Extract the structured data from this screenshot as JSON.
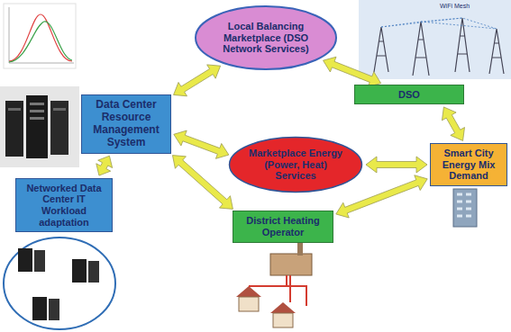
{
  "diagram": {
    "nodes": [
      {
        "text": [
          "Local Balancing Marketplace (DSO Network Services)"
        ]
      },
      {
        "text": [
          "Data Center Resource Management System"
        ]
      },
      {
        "text": [
          "DSO"
        ]
      },
      {
        "text": [
          "Marketplace Energy (Power, Heat) Services"
        ]
      },
      {
        "text": [
          "Networked Data Center IT Workload adaptation"
        ]
      },
      {
        "text": [
          "Smart City Energy Mix Demand"
        ]
      },
      {
        "text": [
          "District Heating Operator"
        ]
      }
    ],
    "edges": [
      {
        "from": 1,
        "to": 0,
        "arrow": "both"
      },
      {
        "from": 0,
        "to": 2,
        "arrow": "both"
      },
      {
        "from": 2,
        "to": 5,
        "arrow": "both"
      },
      {
        "from": 1,
        "to": 3,
        "arrow": "both"
      },
      {
        "from": 3,
        "to": 5,
        "arrow": "both"
      },
      {
        "from": 1,
        "to": 4,
        "arrow": "both"
      },
      {
        "from": 1,
        "to": 6,
        "arrow": "both"
      },
      {
        "from": 6,
        "to": 5,
        "arrow": "both"
      }
    ],
    "labels": [
      "WiFi Mesh"
    ]
  }
}
